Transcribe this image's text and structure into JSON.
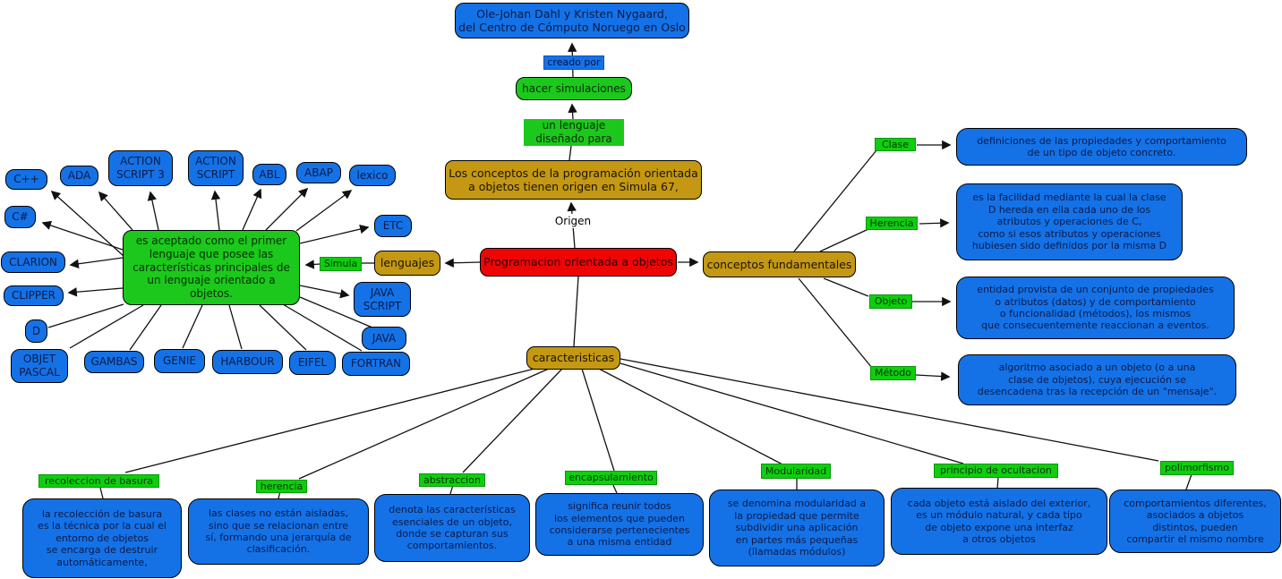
{
  "root_label": "Programacion orientada a objetos",
  "origin": {
    "origen_link": "Origen",
    "simula67": "Los conceptos de la programación orientada\na objetos tienen origen en Simula 67,",
    "un_lenguaje": "un lenguaje\ndiseñado para",
    "hacer_simulaciones": "hacer simulaciones",
    "creado_por": "creado por",
    "creators": "Ole-Johan Dahl y Kristen Nygaard,\ndel Centro de Cómputo Noruego en Oslo"
  },
  "languages": {
    "hub_label": "lenguajes",
    "simula_link": "Simula",
    "first_language_note": "es aceptado como el primer\nlenguaje que posee las\ncaracterísticas principales de\nun lenguaje orientado a\nobjetos.",
    "items": {
      "cpp": "C++",
      "ada": "ADA",
      "actionscript3": "ACTION\nSCRIPT 3",
      "actionscript": "ACTION\nSCRIPT",
      "abl": "ABL",
      "abap": "ABAP",
      "lexico": "lexico",
      "etc": "ETC",
      "csharp": "C#",
      "clarion": "CLARION",
      "clipper": "CLIPPER",
      "d": "D",
      "objet_pascal": "OBJET\nPASCAL",
      "gambas": "GAMBAS",
      "genie": "GENIE",
      "harbour": "HARBOUR",
      "eifel": "EIFEL",
      "fortran": "FORTRAN",
      "java": "JAVA",
      "javascript": "JAVA\nSCRIPT"
    }
  },
  "concepts": {
    "hub_label": "conceptos fundamentales",
    "items": [
      {
        "label": "Clase",
        "definition": "definiciones de las propiedades y comportamiento\nde un tipo de objeto concreto."
      },
      {
        "label": "Herencia",
        "definition": "es la facilidad mediante la cual la clase\nD hereda en ella cada uno de los\natributos y operaciones de C,\ncomo si esos atributos y operaciones\nhubiesen sido definidos por la misma D"
      },
      {
        "label": "Objeto",
        "definition": "entidad provista de un conjunto de propiedades\no atributos (datos) y de comportamiento\no funcionalidad (métodos), los mismos\nque consecuentemente reaccionan a eventos."
      },
      {
        "label": "Método",
        "definition": "algoritmo asociado a un objeto (o a una\nclase de objetos), cuya ejecución se\ndesencadena tras la recepción de un \"mensaje\"."
      }
    ]
  },
  "features": {
    "hub_label": "caracteristicas",
    "items": [
      {
        "label": "recoleccion de basura",
        "definition": "la recolección de basura\nes la técnica por la cual el\nentorno de objetos\nse encarga de destruir\nautomáticamente,"
      },
      {
        "label": "herencia",
        "definition": "las clases no están aisladas,\nsino que se relacionan entre\nsí, formando una jerarquía de\nclasificación."
      },
      {
        "label": "abstraccion",
        "definition": "denota las características\nesenciales de un objeto,\ndonde se capturan sus\ncomportamientos."
      },
      {
        "label": "encapsulamiento",
        "definition": "significa reunir todos\nlos elementos que pueden\nconsiderarse pertenecientes\na una misma entidad"
      },
      {
        "label": "Modularidad",
        "definition": "se denomina modularidad a\nla propiedad que permite\nsubdividir una aplicación\nen partes más pequeñas\n(llamadas módulos)"
      },
      {
        "label": "principio de ocultacion",
        "definition": "cada objeto está aislado del exterior,\nes un módulo natural, y cada tipo\nde objeto expone una interfaz\na otros objetos"
      },
      {
        "label": "polimorfismo",
        "definition": "comportamientos diferentes,\nasociados a objetos\ndistintos, pueden\ncompartir el mismo nombre"
      }
    ]
  },
  "colors": {
    "node_blue": "#1472E6",
    "node_green": "#1CC81C",
    "link_label_green": "#0ECE0E",
    "node_gold": "#C49812",
    "node_red": "#EE0505"
  }
}
